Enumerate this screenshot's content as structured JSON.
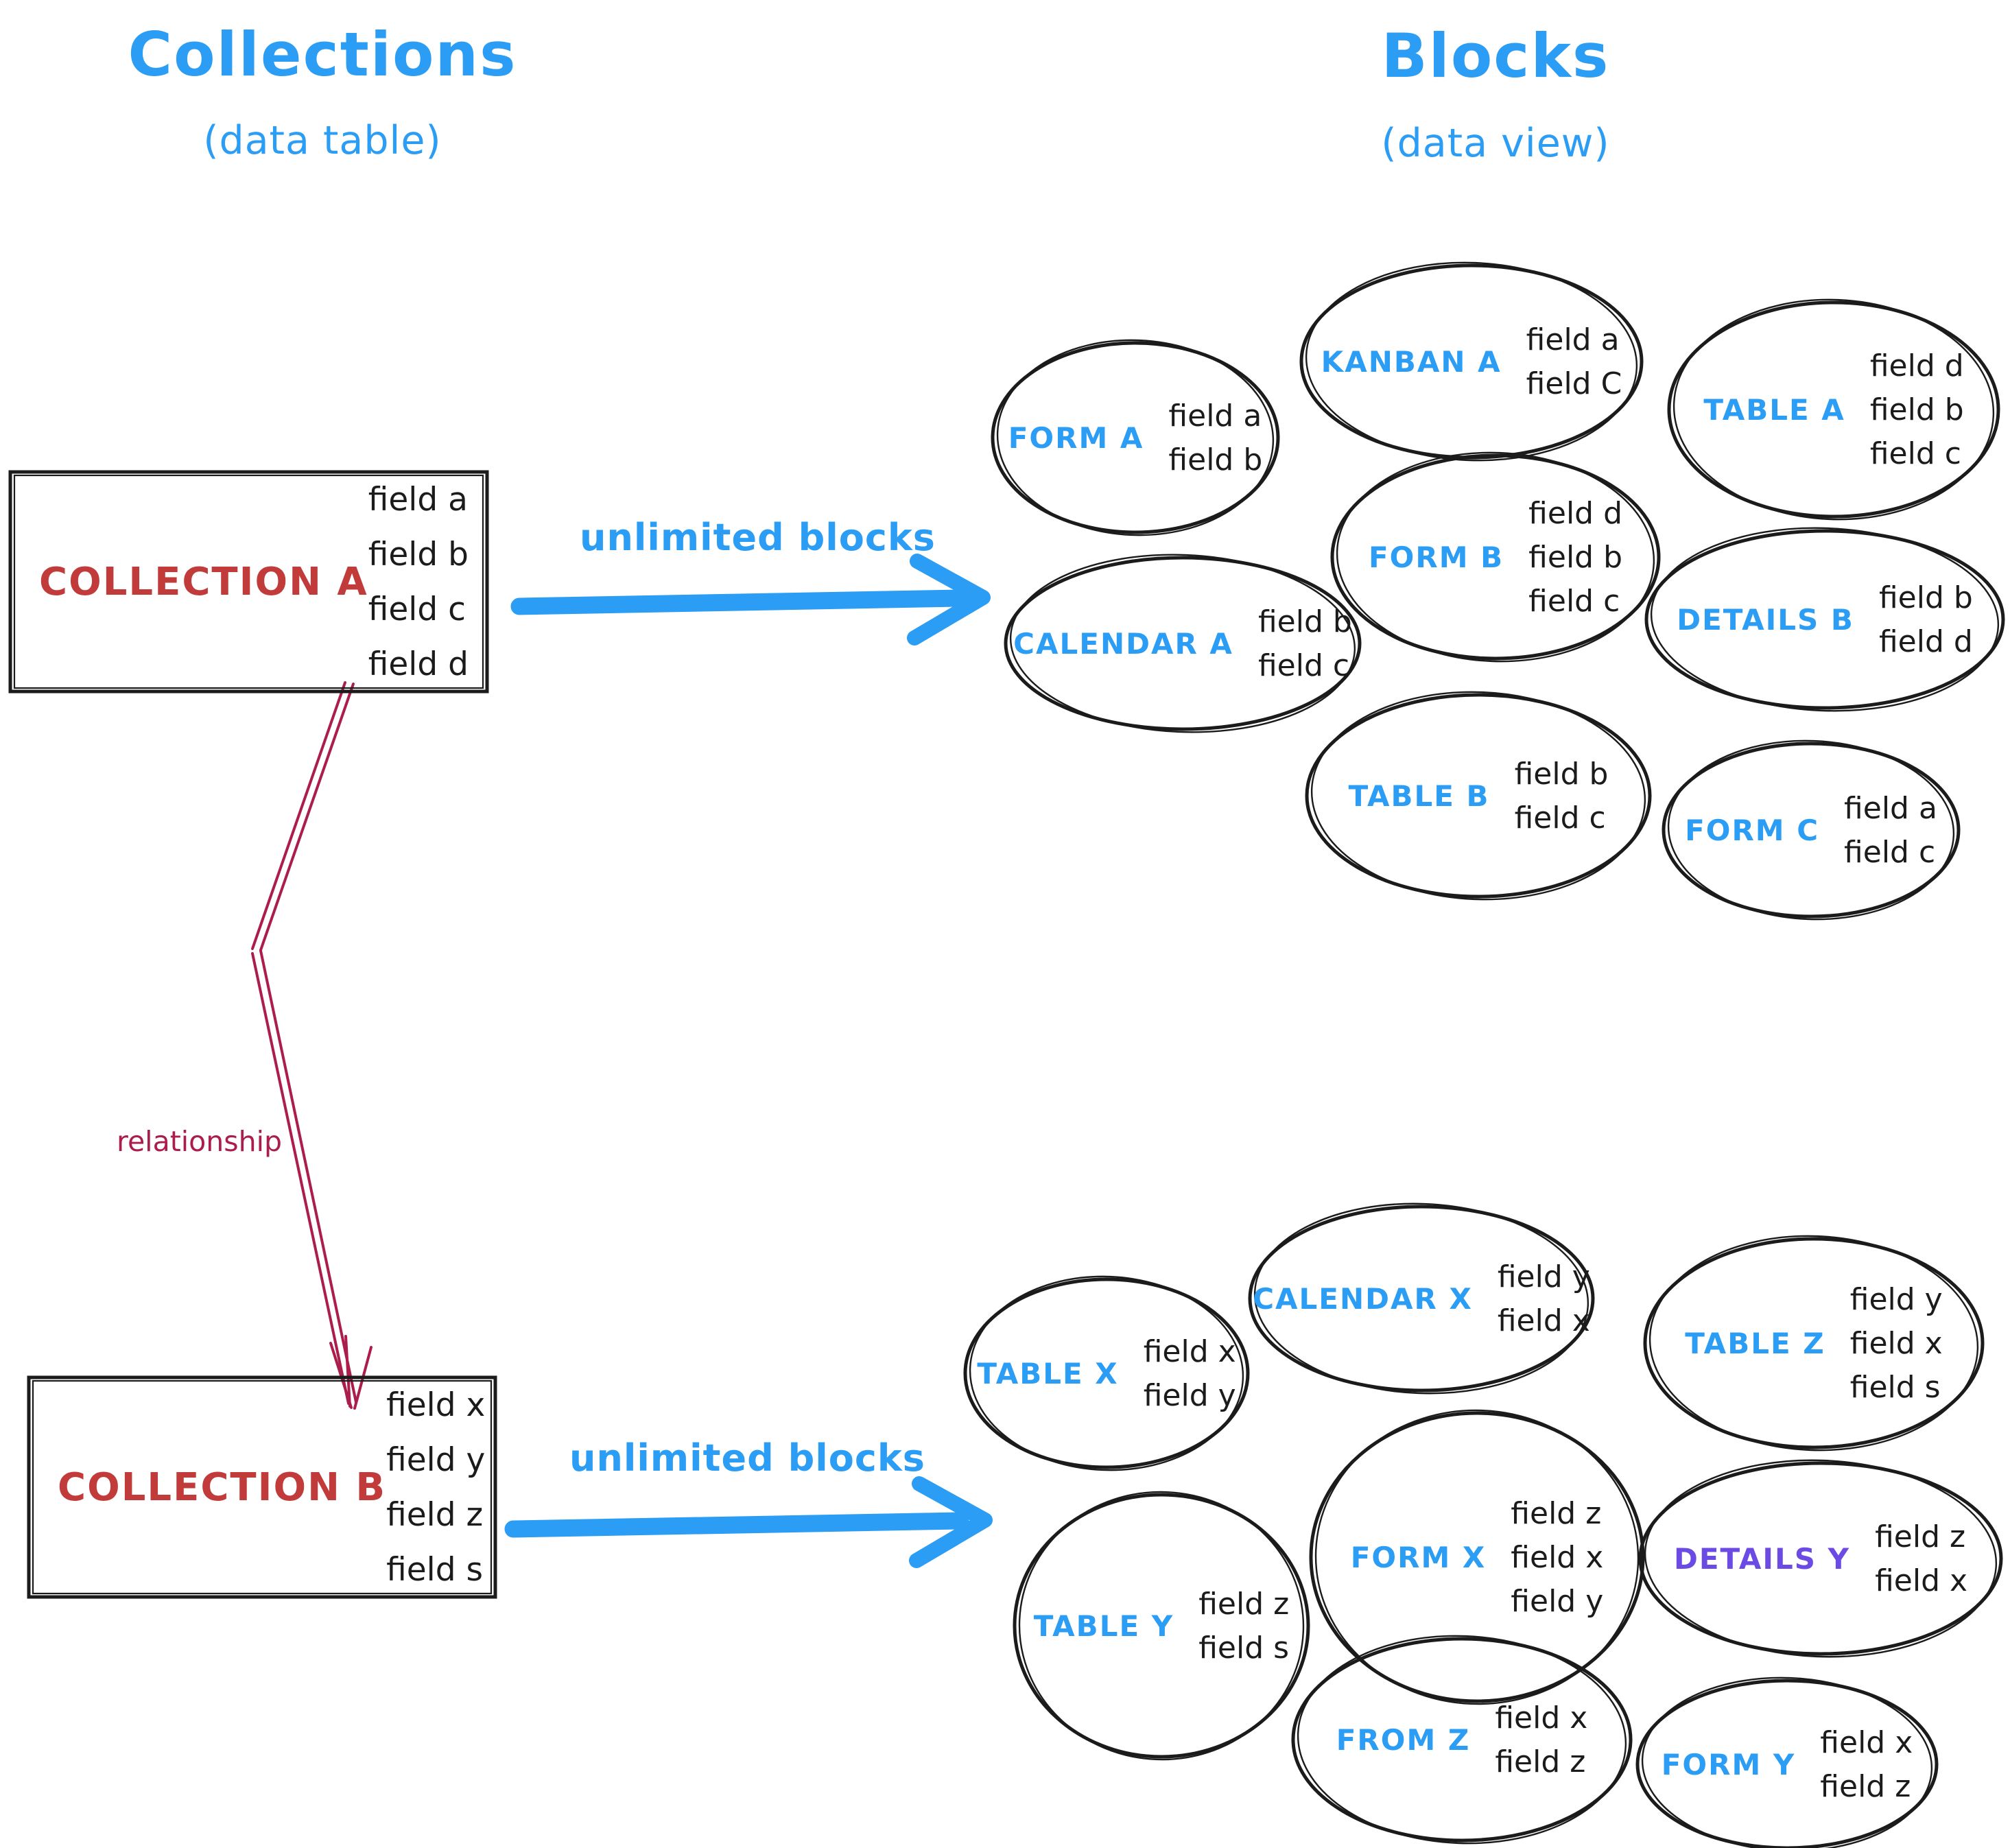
{
  "titles": {
    "left_title": "Collections",
    "left_subtitle": "(data table)",
    "right_title": "Blocks",
    "right_subtitle": "(data view)"
  },
  "colors": {
    "blue": "#2b9df4",
    "red": "#c23b3b",
    "crimson": "#ab1e4c",
    "purple": "#6b4be4",
    "ink": "#1b1b1b"
  },
  "arrows": {
    "top_label": "unlimited blocks",
    "bottom_label": "unlimited blocks"
  },
  "relationship": {
    "label": "relationship"
  },
  "collections": [
    {
      "id": "collection-a",
      "name": "COLLECTION A",
      "fields": [
        "field a",
        "field b",
        "field c",
        "field d"
      ]
    },
    {
      "id": "collection-b",
      "name": "COLLECTION B",
      "fields": [
        "field x",
        "field y",
        "field z",
        "field s"
      ]
    }
  ],
  "blocks": [
    {
      "id": "form-a",
      "label": "FORM A",
      "color": "blue",
      "fields": [
        "field a",
        "field b"
      ]
    },
    {
      "id": "kanban-a",
      "label": "KANBAN A",
      "color": "blue",
      "fields": [
        "field a",
        "field C"
      ]
    },
    {
      "id": "table-a",
      "label": "TABLE A",
      "color": "blue",
      "fields": [
        "field d",
        "field b",
        "field c"
      ]
    },
    {
      "id": "form-b",
      "label": "FORM B",
      "color": "blue",
      "fields": [
        "field d",
        "field b",
        "field c"
      ]
    },
    {
      "id": "calendar-a",
      "label": "CALENDAR A",
      "color": "blue",
      "fields": [
        "field b",
        "field c"
      ]
    },
    {
      "id": "details-b",
      "label": "DETAILS B",
      "color": "blue",
      "fields": [
        "field b",
        "field d"
      ]
    },
    {
      "id": "table-b",
      "label": "TABLE B",
      "color": "blue",
      "fields": [
        "field b",
        "field c"
      ]
    },
    {
      "id": "form-c",
      "label": "FORM C",
      "color": "blue",
      "fields": [
        "field a",
        "field c"
      ]
    },
    {
      "id": "table-x",
      "label": "TABLE X",
      "color": "blue",
      "fields": [
        "field x",
        "field y"
      ]
    },
    {
      "id": "calendar-x",
      "label": "CALENDAR X",
      "color": "blue",
      "fields": [
        "field y",
        "field x"
      ]
    },
    {
      "id": "table-z",
      "label": "TABLE Z",
      "color": "blue",
      "fields": [
        "field y",
        "field x",
        "field s"
      ]
    },
    {
      "id": "form-x",
      "label": "FORM X",
      "color": "blue",
      "fields": [
        "field z",
        "field x",
        "field y"
      ]
    },
    {
      "id": "table-y",
      "label": "TABLE Y",
      "color": "blue",
      "fields": [
        "field z",
        "field s"
      ]
    },
    {
      "id": "details-y",
      "label": "DETAILS Y",
      "color": "purple",
      "fields": [
        "field z",
        "field x"
      ]
    },
    {
      "id": "from-z",
      "label": "FROM Z",
      "color": "blue",
      "fields": [
        "field x",
        "field z"
      ]
    },
    {
      "id": "form-y",
      "label": "FORM Y",
      "color": "blue",
      "fields": [
        "field x",
        "field z"
      ]
    }
  ]
}
